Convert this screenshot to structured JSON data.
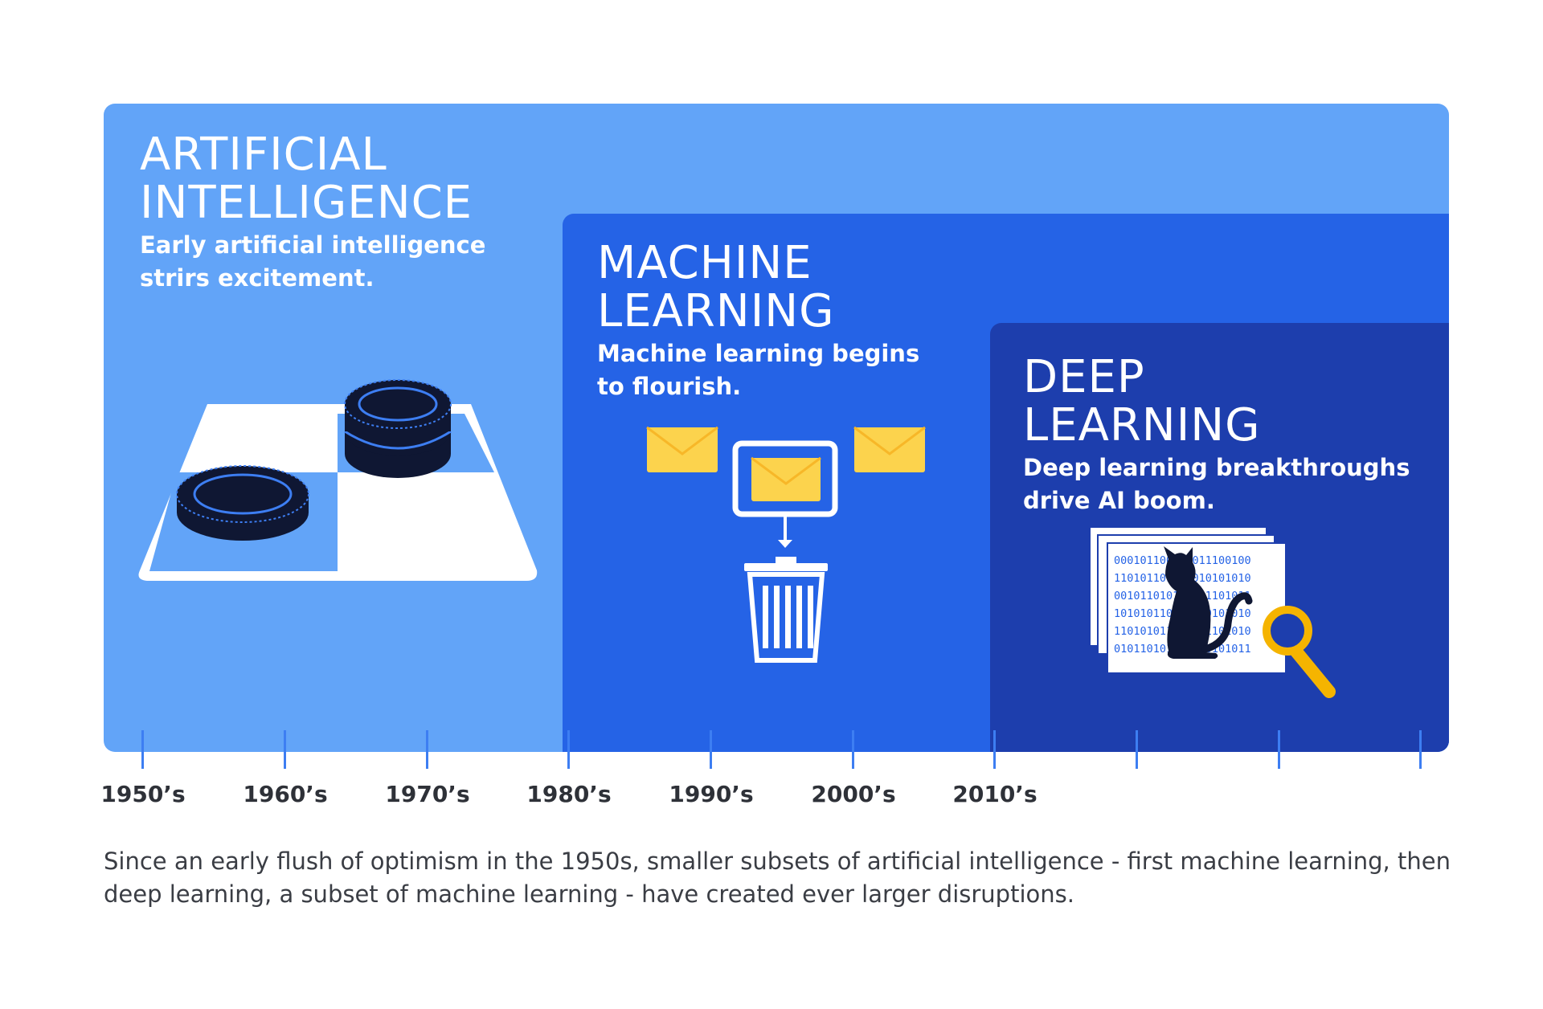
{
  "panels": {
    "ai": {
      "title": "ARTIFICIAL\nINTELLIGENCE",
      "subtitle": "Early artificial intelligence\nstrirs excitement.",
      "color": "#62a4f8",
      "icon": "checkers-board-icon"
    },
    "ml": {
      "title": "MACHINE\nLEARNING",
      "subtitle": "Machine learning begins\nto flourish.",
      "color": "#2563e6",
      "icon": "email-spam-filter-icon"
    },
    "dl": {
      "title": "DEEP\nLEARNING",
      "subtitle": "Deep learning breakthroughs\ndrive AI boom.",
      "color": "#1d3ead",
      "icon": "cat-recognition-icon",
      "binary_lines": [
        "000101100101011100100",
        "110101101101010101010",
        "001011010110101101011",
        "101010110101100101010",
        "110101011010101101010",
        "010110101000110101011"
      ]
    }
  },
  "timeline": {
    "decades": [
      "1950’s",
      "1960’s",
      "1970’s",
      "1980’s",
      "1990’s",
      "2000’s",
      "2010’s"
    ]
  },
  "caption": "Since an early flush of optimism in the 1950s, smaller subsets of artificial intelligence - first machine learning, then deep learning, a subset of machine learning - have created ever larger disruptions.",
  "colors": {
    "accent_yellow": "#fcd34d",
    "magnifier": "#f5b400",
    "dark_piece": "#0f1733",
    "tick": "#3d7ef2"
  }
}
